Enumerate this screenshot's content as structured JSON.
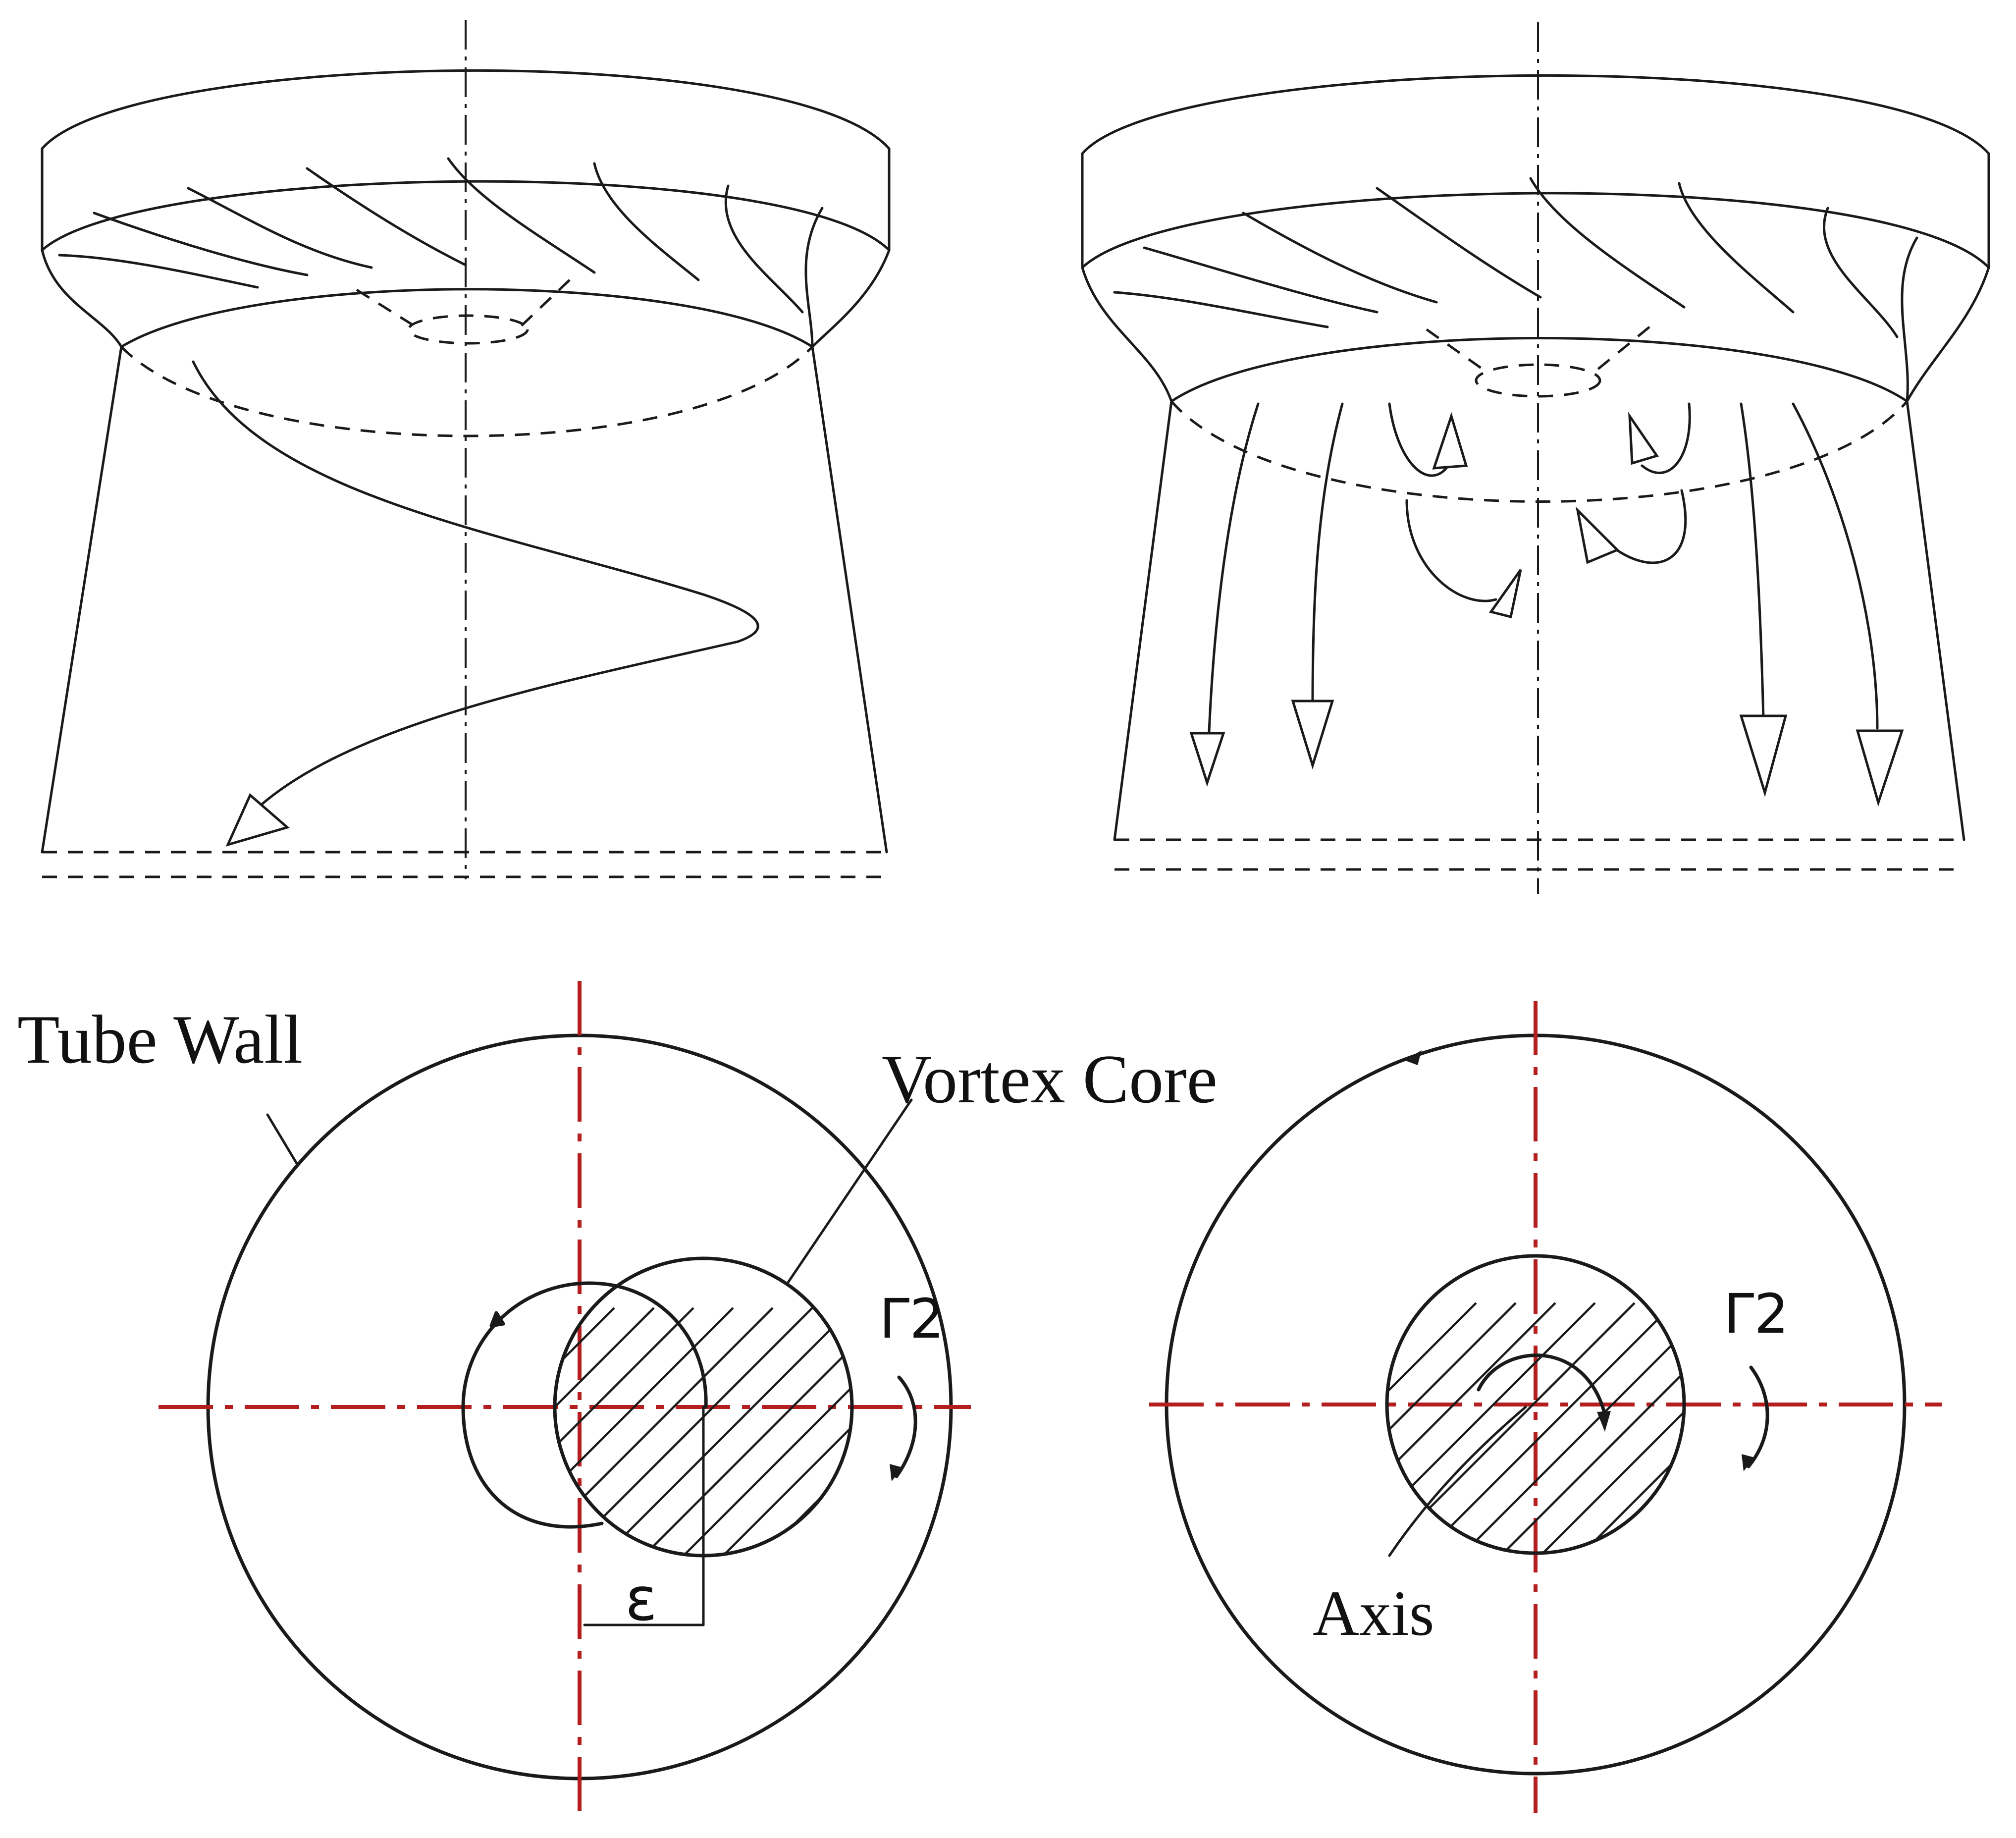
{
  "labels": {
    "tube_wall": "Tube Wall",
    "vortex_core": "Vortex Core",
    "gamma_left": "Γ2",
    "gamma_right": "Γ2",
    "epsilon": "ε",
    "axis": "Axis"
  },
  "colors": {
    "line": "#1a1a1a",
    "centerline": "#b41e1e",
    "background": "#ffffff"
  },
  "panels": [
    {
      "name": "runner-draft-tube-helical-vortex"
    },
    {
      "name": "runner-draft-tube-axial-flow"
    },
    {
      "name": "cross-section-eccentric-vortex-core"
    },
    {
      "name": "cross-section-centered-vortex-core"
    }
  ]
}
